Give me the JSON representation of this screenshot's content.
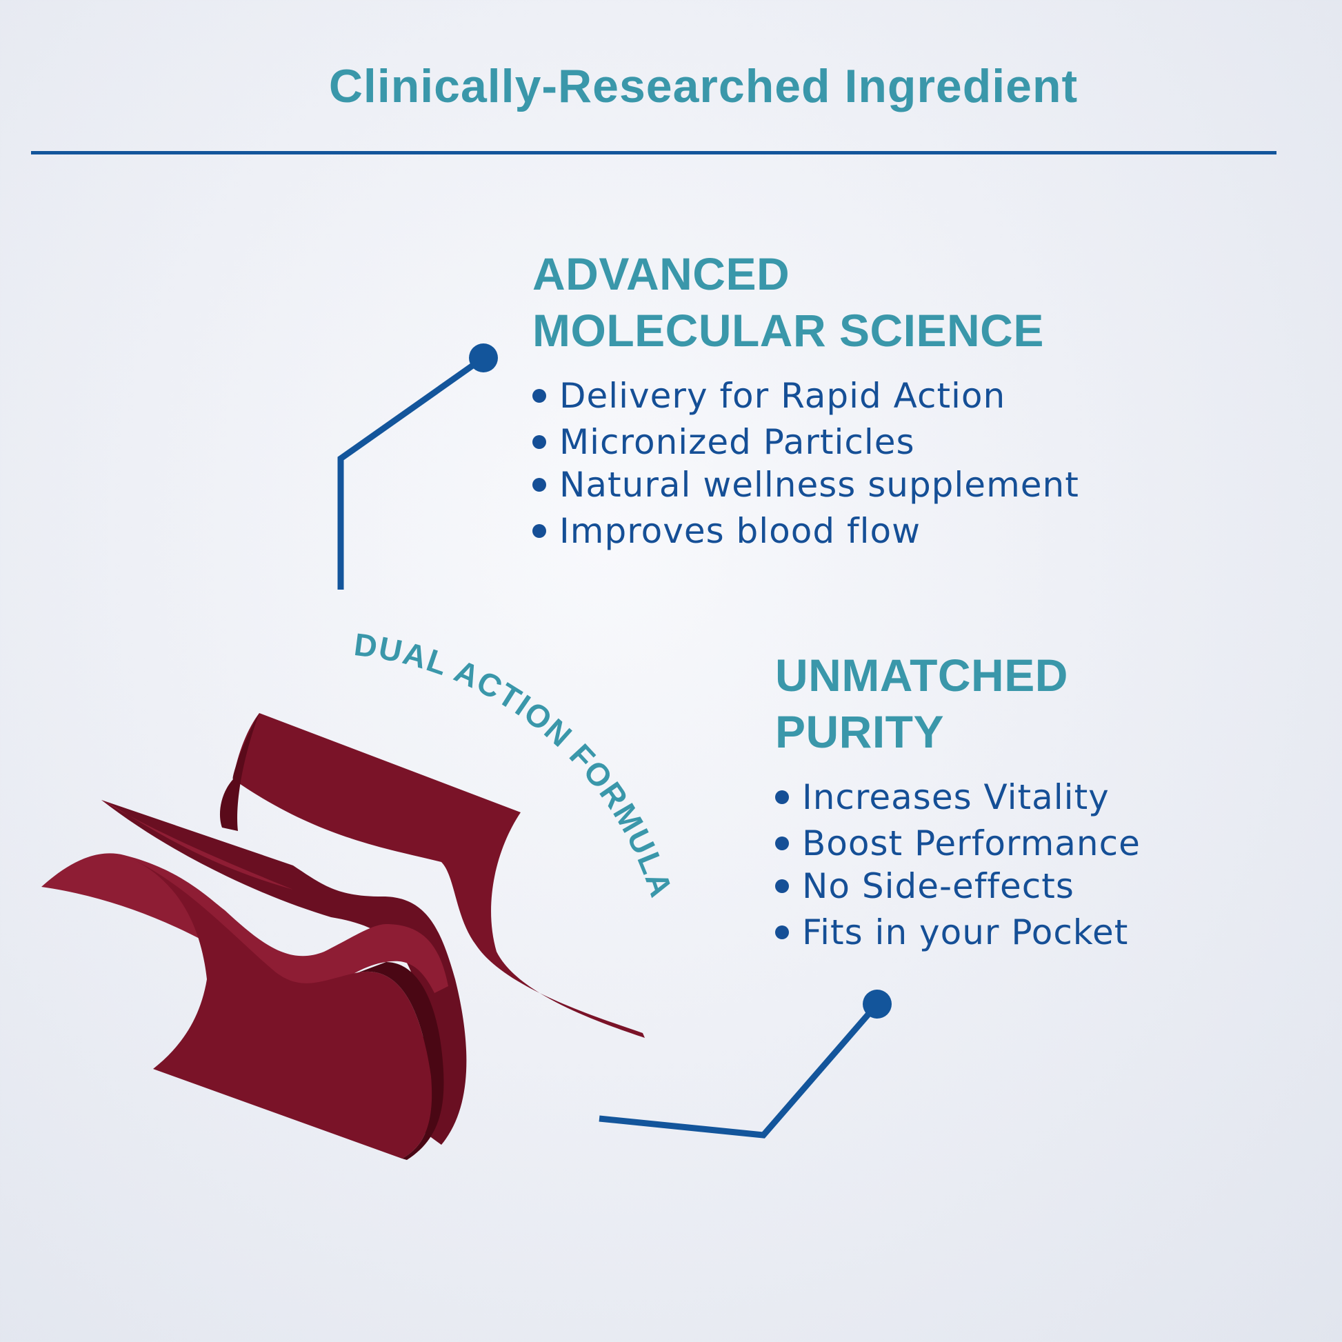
{
  "colors": {
    "accent": "#3a97aa",
    "rule": "#13559b",
    "text": "#154f96",
    "wine": "#7a1328",
    "wine_dark": "#4a0714",
    "wine_light": "#8e1d34"
  },
  "title": "Clinically-Researched Ingredient",
  "badge": "DUAL ACTION FORMULA",
  "icon": "wavy-ribbon-sheets-icon",
  "sections": [
    {
      "heading_line1": "ADVANCED",
      "heading_line2": "MOLECULAR SCIENCE",
      "bullets": [
        "Delivery for Rapid Action",
        "Micronized Particles",
        "Natural wellness supplement",
        "Improves blood flow"
      ]
    },
    {
      "heading_line1": "UNMATCHED",
      "heading_line2": "PURITY",
      "bullets": [
        "Increases Vitality",
        "Boost Performance",
        "No Side-effects",
        "Fits in your Pocket"
      ]
    }
  ]
}
